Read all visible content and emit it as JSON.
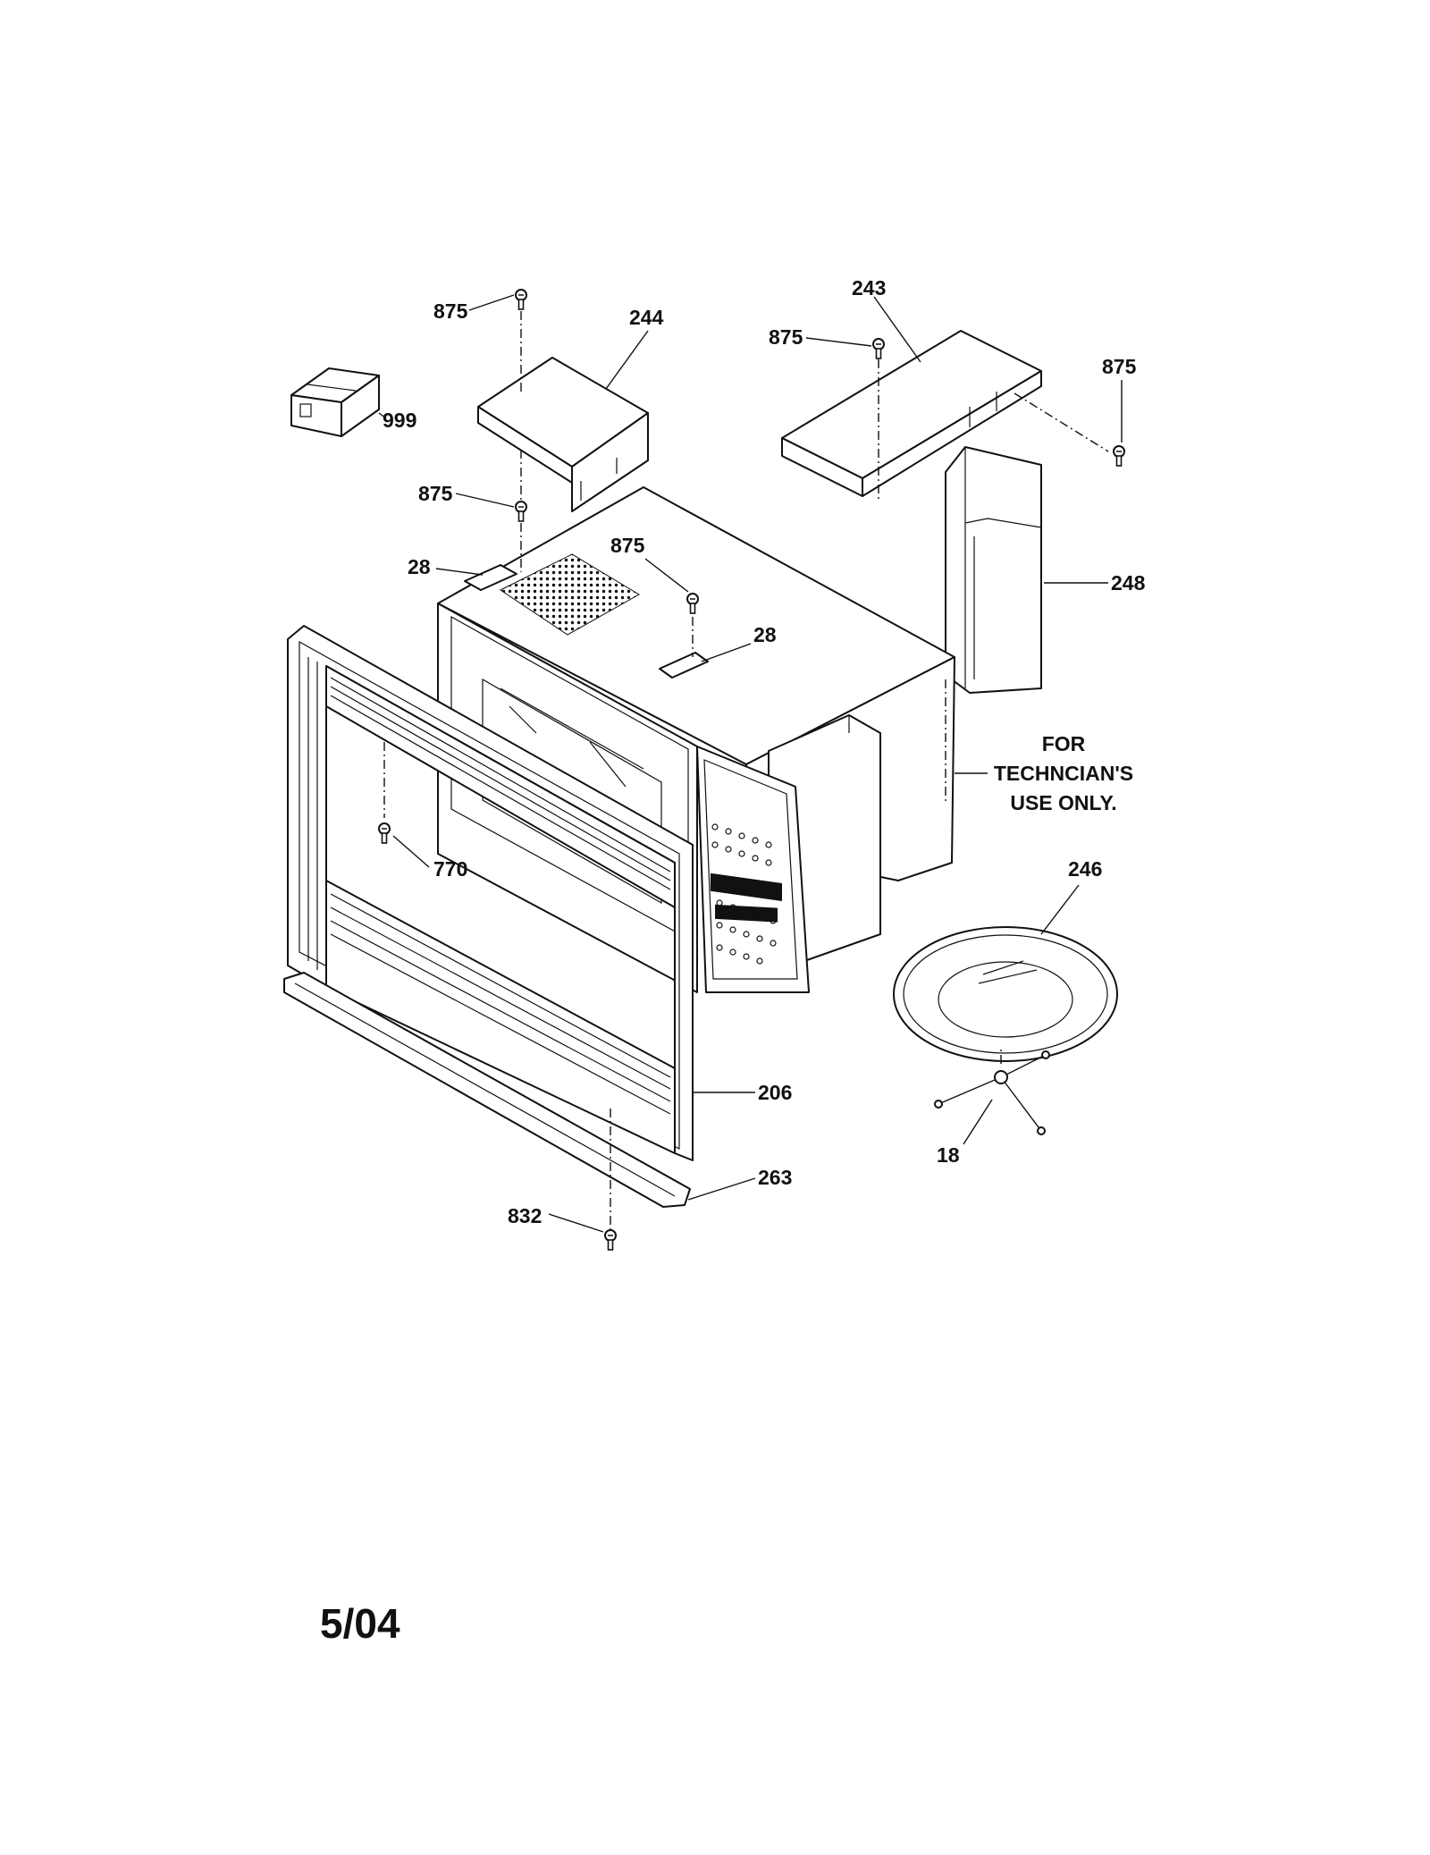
{
  "callouts": {
    "c875_a": "875",
    "c244": "244",
    "c243": "243",
    "c875_b": "875",
    "c875_c": "875",
    "c999": "999",
    "c875_d": "875",
    "c875_e": "875",
    "c28_a": "28",
    "c28_b": "28",
    "c248": "248",
    "c770": "770",
    "c246": "246",
    "c206": "206",
    "c18": "18",
    "c263": "263",
    "c832": "832"
  },
  "note": {
    "line1": "FOR",
    "line2": "TECHNCIAN'S",
    "line3": "USE ONLY."
  },
  "footer": {
    "date": "5/04"
  },
  "icons": [
    "screw-icon",
    "kit-box-icon",
    "turntable-icon",
    "roller-support-icon"
  ],
  "colors": {
    "ink": "#111111",
    "paper": "#ffffff"
  }
}
